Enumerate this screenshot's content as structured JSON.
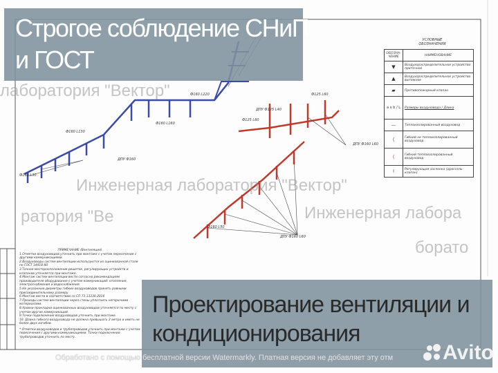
{
  "headline_top": {
    "line1": "Строгое соблюдение СНиП",
    "line2": "и ГОСТ"
  },
  "headline_bottom": {
    "line1": "Проектирование вентиляции и",
    "line2": "кондиционирования"
  },
  "watermarks": {
    "lab": "Инженерная лаборатория \"Вектор\"",
    "lab_left": "лаборатория \"Вектор\"",
    "lab_right": "Инженерная лабора",
    "lab_bottom_left": "ратория \"Ве",
    "lab_bottom_right": "борато",
    "footer": "Обработано с помощью бесплатной версии Watermarkly. Платная версия не добавляет эту отм"
  },
  "brand": {
    "name": "Avito"
  },
  "legend": {
    "title_line1": "УСЛОВНЫЕ",
    "title_line2": "ОБОЗНАЧЕНИЯ",
    "col_symbol": "ОБОЗНА-ЧЕНИЕ",
    "col_name": "НАИМЕНОВАНИЕ",
    "rows": [
      {
        "symbol": "▼",
        "name": "Воздухораспределительное устройство приточное"
      },
      {
        "symbol": "▲",
        "name": "Воздухораспределительное устройство вытяжное"
      },
      {
        "symbol": "▰",
        "name": "Противопожарный клапан"
      },
      {
        "symbol": "a x b / L",
        "name": "Размеры воздуховода / Длина"
      },
      {
        "symbol": "—",
        "name": "Теплоизолированный воздуховод"
      },
      {
        "symbol": "⟨",
        "name": "Гибкий не теплоизолированный воздуховод"
      },
      {
        "symbol": "⟨",
        "name": "Гибкий теплоизолированный воздуховод"
      },
      {
        "symbol": "⍿",
        "name": "Регулирующая заслонка (дроссель-клапан)"
      }
    ]
  },
  "notes": {
    "title": "ПРИМЕЧАНИЕ (Вентиляция)",
    "lines": [
      "1.Отметки воздуховодов уточнить при монтаже с учетом пересечения с другими коммуникациями.",
      "2.Воздуховоды систем вентиляции используются из оцинкованной стали по ГОСТ 14918-80",
      "3.Точное месторасположение решеток, регулирующих устройств и клапанов уточняется при монтаже.",
      "4.Монтаж систем вентиляции вести согласно рекомендациям производителя оборудования с учетом коммуникаций: отопления, электроснабжения и водоснабжения.",
      "5.Не указанные диаметры гибких воздуховодов принять равными присоединительному размеру",
      "6.Монтаж вести в соответствии со СП 73.13330.2016",
      "7.Проходы систем вентиляции через стены уплотнить негорючими материалами.",
      "8.Уровни прокладки оцинкованных воздуховодов уточняется по месту с учетом других коммуникаций.",
      "9.Точки подключения воздуховодов уточнить при монтаже.",
      "10. Длина гибкого воздуховода не должна превышать 2 метра и иметь не более двух изгибов.",
      "* Отметки воздуховодов и трубопроводов уточнить при монтаже с учетом пересечения с другими коммуникациями. Точки подключения трубопроводов уточнить по месту."
    ]
  },
  "duct_labels": [
    "Ф160 L220",
    "Ф125 L60",
    "ДПУ Ф125 L40",
    "Ф125 L60",
    "Ф160 L160",
    "ДПУ Ф160",
    "ДПУ Ф160 L60",
    "Ф160 L130",
    "Ф160 L30",
    "ДПУ Ф160 L60",
    "Ф160 L50"
  ],
  "colors": {
    "overlay": "#80929e",
    "supply_duct": "#3a4aa8",
    "exhaust_duct": "#c0392b",
    "headline_top_text": "#ffffff",
    "headline_bottom_text": "#2a2a2a"
  }
}
